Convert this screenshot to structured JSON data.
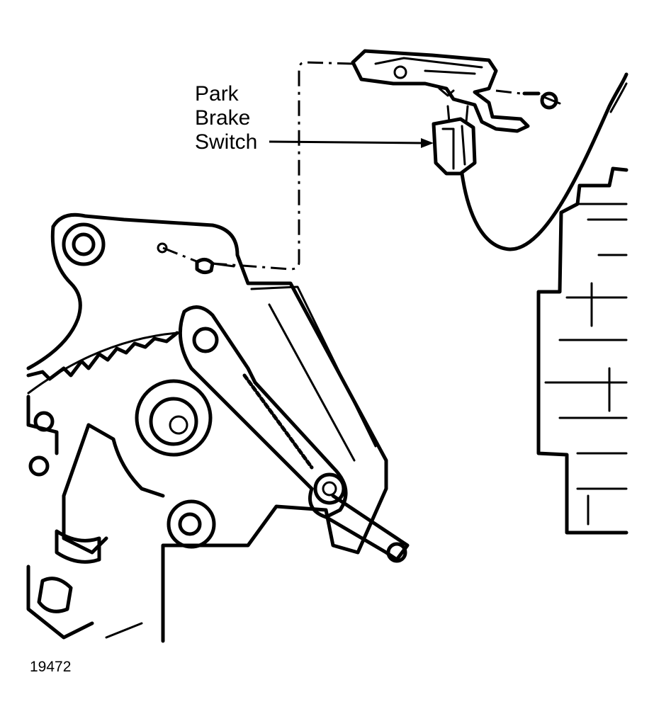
{
  "callout": {
    "line1": "Park",
    "line2": "Brake",
    "line3": "Switch"
  },
  "figure_number": "19472"
}
